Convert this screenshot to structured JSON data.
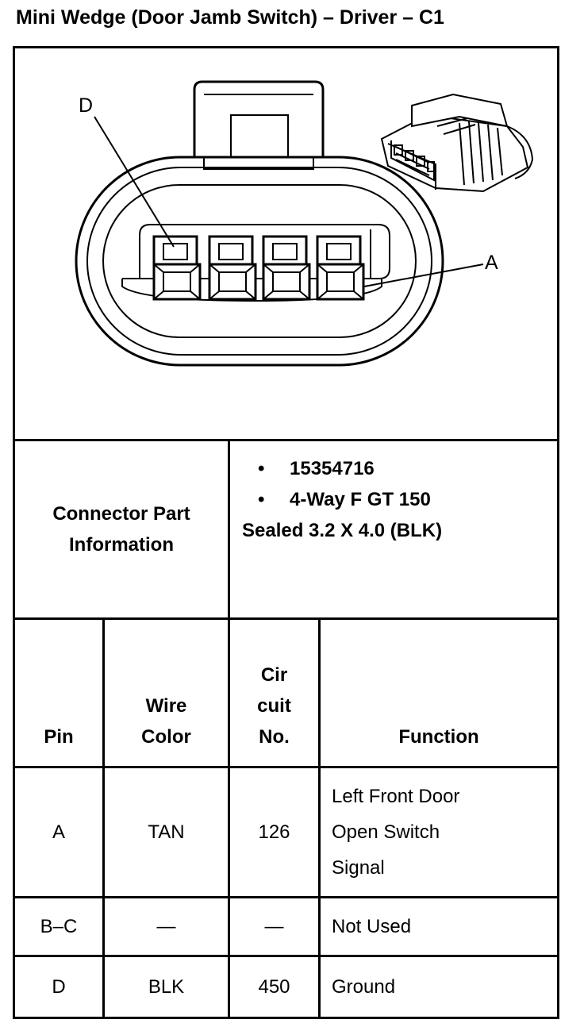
{
  "title": "Mini Wedge (Door Jamb Switch) – Driver – C1",
  "diagram": {
    "label_d": "D",
    "label_a": "A"
  },
  "part_info": {
    "label_line1": "Connector Part",
    "label_line2": "Information",
    "bullet": "•",
    "part_number": "15354716",
    "description_line1": "4-Way F GT 150",
    "description_line2": "Sealed 3.2 X 4.0 (BLK)"
  },
  "table": {
    "headers": {
      "pin": "Pin",
      "wire_color_1": "Wire",
      "wire_color_2": "Color",
      "circuit_1": "Cir",
      "circuit_2": "cuit",
      "circuit_3": "No.",
      "function": "Function"
    },
    "rows": [
      {
        "pin": "A",
        "wire_color": "TAN",
        "circuit": "126",
        "function_1": "Left Front Door",
        "function_2": "Open Switch",
        "function_3": "Signal"
      },
      {
        "pin": "B–C",
        "wire_color": "—",
        "circuit": "—",
        "function_1": "Not Used"
      },
      {
        "pin": "D",
        "wire_color": "BLK",
        "circuit": "450",
        "function_1": "Ground"
      }
    ]
  }
}
